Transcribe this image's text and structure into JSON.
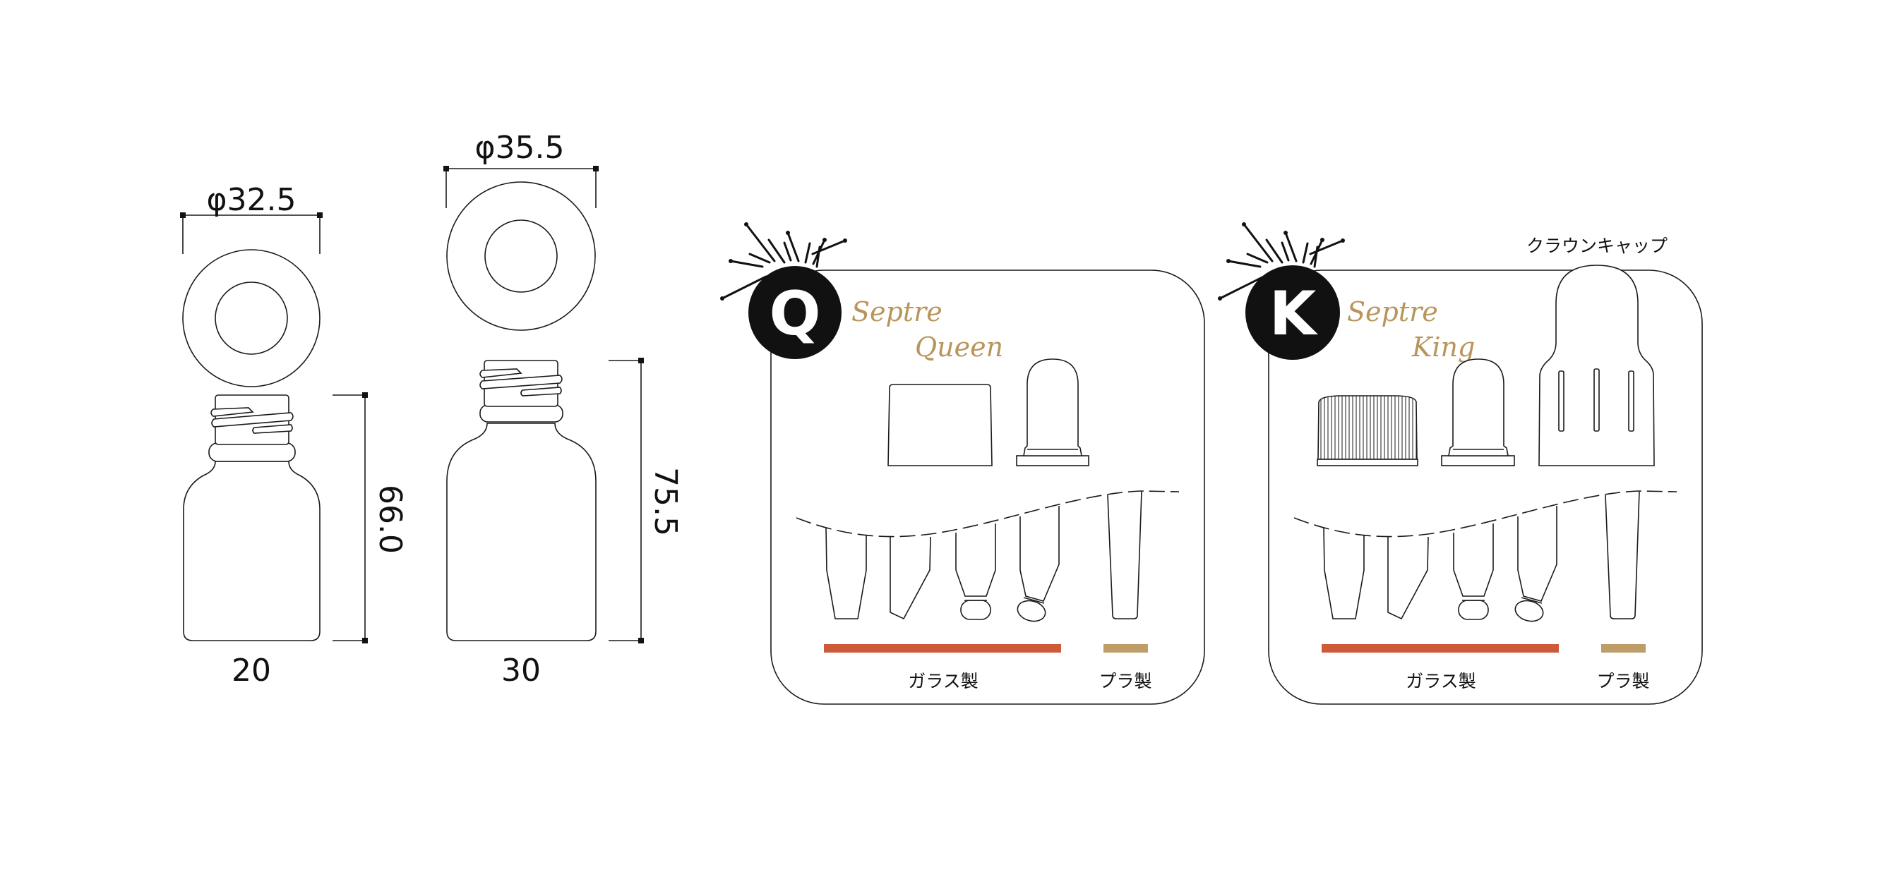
{
  "bottle_20": {
    "diameter_label": "φ32.5",
    "height_label": "66.0",
    "capacity_label": "20"
  },
  "bottle_30": {
    "diameter_label": "φ35.5",
    "height_label": "75.5",
    "capacity_label": "30"
  },
  "panels": [
    {
      "badge": "Q",
      "script_line1": "Septre",
      "script_line2": "Queen",
      "glass_label": "ガラス製",
      "plastic_label": "プラ製"
    },
    {
      "badge": "K",
      "script_line1": "Septre",
      "script_line2": "King",
      "glass_label": "ガラス製",
      "plastic_label": "プラ製",
      "crown_cap_label": "クラウンキャップ"
    }
  ],
  "colors": {
    "glass_bar": "#cd5b3a",
    "plastic_bar": "#bf9d68",
    "script": "#b8955a"
  }
}
